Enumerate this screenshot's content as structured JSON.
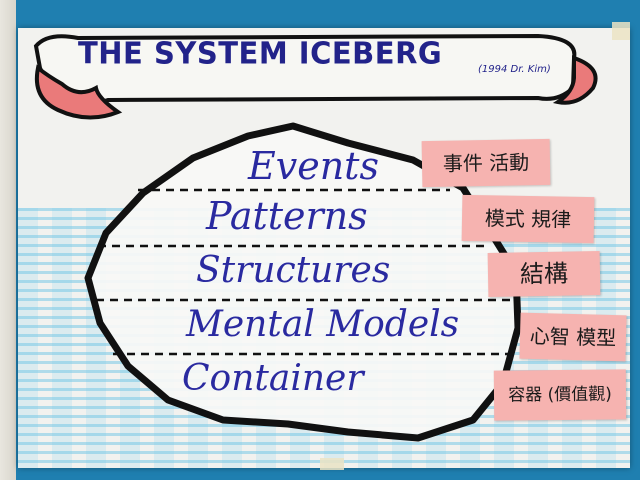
{
  "poster": {
    "title": "THE SYSTEM ICEBERG",
    "credit": "(1994 Dr. Kim)"
  },
  "layers": [
    {
      "label": "Events",
      "note": "事件 活動"
    },
    {
      "label": "Patterns",
      "note": "模式 規律"
    },
    {
      "label": "Structures",
      "note": "結構"
    },
    {
      "label": "Mental Models",
      "note": "心智 模型"
    },
    {
      "label": "Container",
      "note": "容器 (價值觀)"
    }
  ],
  "colors": {
    "background": "#1f7fb0",
    "paper": "#f2f2ef",
    "ink": "#22238a",
    "sticky": "#f6b3b0",
    "water": "#8fd3ee"
  }
}
